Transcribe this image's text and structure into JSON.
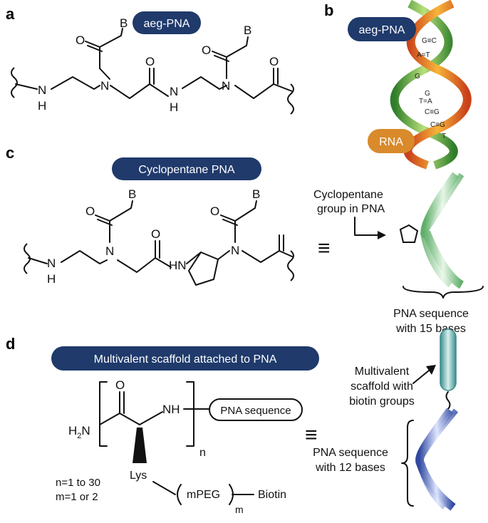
{
  "colors": {
    "navy": "#1f3a6b",
    "rna_orange": "#d98a2b",
    "green_strand": "#5ba84a",
    "blue_strand": "#3f57b0",
    "teal_scaffold": "#4f9a9a"
  },
  "panel_a": {
    "letter": "a",
    "pill": "aeg-PNA",
    "atoms": {
      "B1": "B",
      "B2": "B",
      "O1": "O",
      "O2": "O",
      "O3": "O",
      "O4": "O",
      "N1": "N",
      "N2": "N",
      "NH1": "N",
      "H1": "H",
      "NH2": "N",
      "H2": "H"
    }
  },
  "panel_b": {
    "letter": "b",
    "pill_top": "aeg-PNA",
    "pill_bottom": "RNA",
    "base_pairs": [
      "G≡C",
      "A=T",
      "G",
      "G",
      "T=A",
      "C≡G",
      "C≡G",
      "T"
    ]
  },
  "panel_c": {
    "letter": "c",
    "pill": "Cyclopentane PNA",
    "atoms": {
      "B1": "B",
      "B2": "B",
      "O1": "O",
      "O2": "O",
      "O3": "O",
      "N1": "N",
      "N2": "N",
      "NH1": "N",
      "H1": "H",
      "HN": "HN"
    },
    "equiv": "≡",
    "label_line1": "Cyclopentane",
    "label_line2": "group in PNA",
    "seq_line1": "PNA sequence",
    "seq_line2": "with 15 bases"
  },
  "panel_d": {
    "letter": "d",
    "pill": "Multivalent scaffold attached to PNA",
    "atoms": {
      "O": "O",
      "NH": "NH",
      "H2N": "H",
      "H2N_sub": "2",
      "H2N_N": "N"
    },
    "box": "PNA sequence",
    "n": "n",
    "lys": "Lys",
    "mpeg": "mPEG",
    "m": "m",
    "biotin": "Biotin",
    "cond1": "n=1 to 30",
    "cond2": "m=1 or 2",
    "equiv": "≡",
    "scaffold_line1": "Multivalent",
    "scaffold_line2": "scaffold with",
    "scaffold_line3": "biotin groups",
    "seq_line1": "PNA sequence",
    "seq_line2": "with 12 bases"
  }
}
